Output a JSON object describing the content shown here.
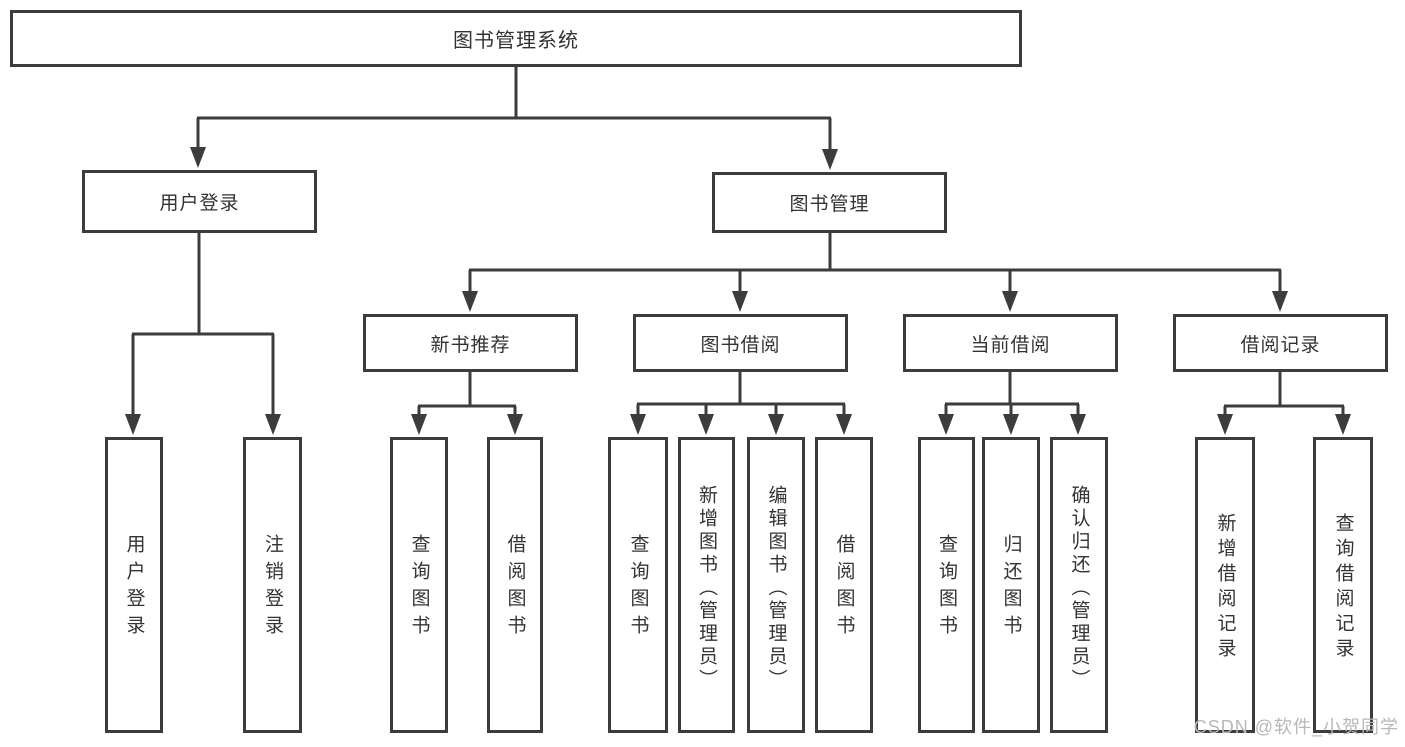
{
  "diagram": {
    "type": "function-structure-tree",
    "root": {
      "label": "图书管理系统"
    },
    "level2": [
      {
        "id": "user_login",
        "label": "用户登录"
      },
      {
        "id": "book_management",
        "label": "图书管理"
      }
    ],
    "level3": [
      {
        "id": "new_book_recommend",
        "label": "新书推荐",
        "parent": "图书管理"
      },
      {
        "id": "book_borrow",
        "label": "图书借阅",
        "parent": "图书管理"
      },
      {
        "id": "current_borrow",
        "label": "当前借阅",
        "parent": "图书管理"
      },
      {
        "id": "borrow_record",
        "label": "借阅记录",
        "parent": "图书管理"
      }
    ],
    "leaves": {
      "user_login": [
        "用户登录",
        "注销登录"
      ],
      "new_book_recommend": [
        "查询图书",
        "借阅图书"
      ],
      "book_borrow": [
        "查询图书",
        "新增图书（管理员）",
        "编辑图书（管理员）",
        "借阅图书"
      ],
      "current_borrow": [
        "查询图书",
        "归还图书",
        "确认归还（管理员）"
      ],
      "borrow_record": [
        "新增借阅记录",
        "查询借阅记录"
      ]
    }
  },
  "watermark": "CSDN @软件_小贺同学",
  "colors": {
    "line": "#3c3c3c",
    "border": "#3c3c3c",
    "text": "#333333",
    "watermark": "#b8b8b8",
    "background": "#ffffff"
  }
}
